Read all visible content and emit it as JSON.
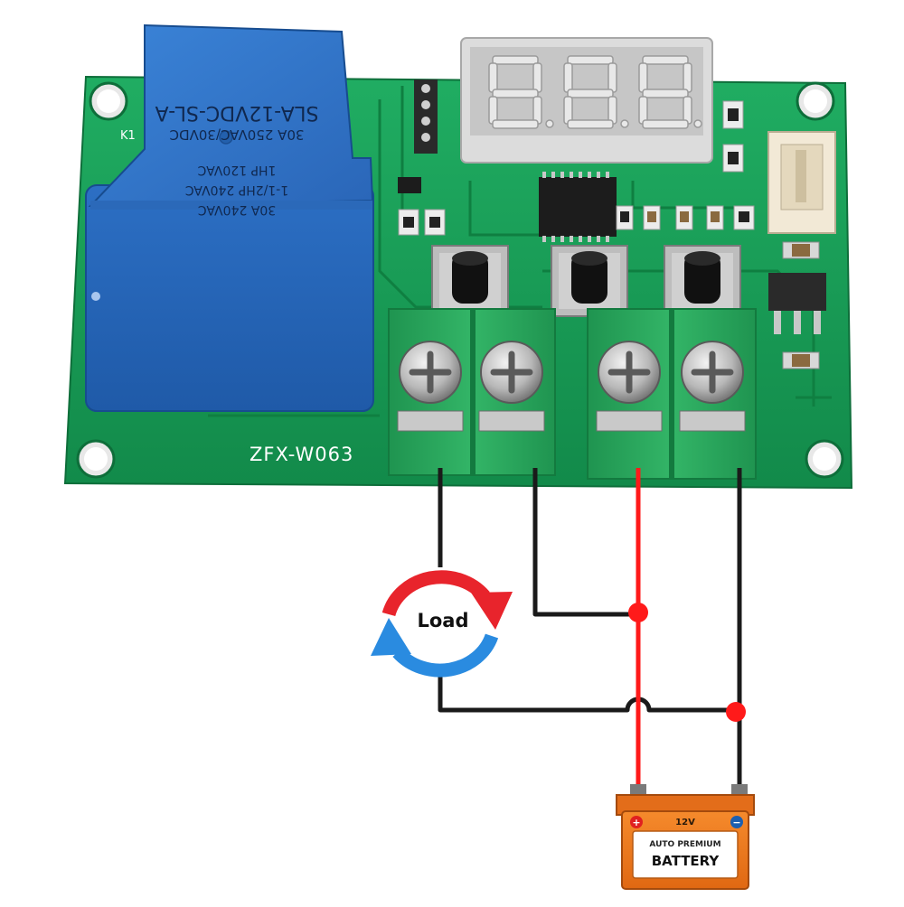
{
  "board": {
    "model": "ZFX-W063",
    "ref_designator": "K1",
    "display_segments": [
      "8.",
      "8.",
      "8."
    ]
  },
  "relay": {
    "model": "SLA-12VDC-SL-A",
    "rating_dc": "30A 250VAC/30VDC",
    "rating_hp_120": "1HP 120VAC",
    "rating_hp_240": "1-1/2HP 240VAC",
    "rating_ac": "30A 240VAC"
  },
  "load": {
    "label": "Load"
  },
  "battery": {
    "voltage": "12V",
    "brand_line": "AUTO PREMIUM",
    "label": "BATTERY",
    "plus_symbol": "+",
    "minus_symbol": "−"
  },
  "colors": {
    "pcb": "#179a54",
    "relay_blue": "#2c6fc4",
    "terminal_green": "#28a85c",
    "wire_red": "#ff1a1a",
    "wire_black": "#1a1a1a",
    "load_red": "#e8242c",
    "load_blue": "#2a8be0",
    "battery_orange": "#f07a1e"
  }
}
